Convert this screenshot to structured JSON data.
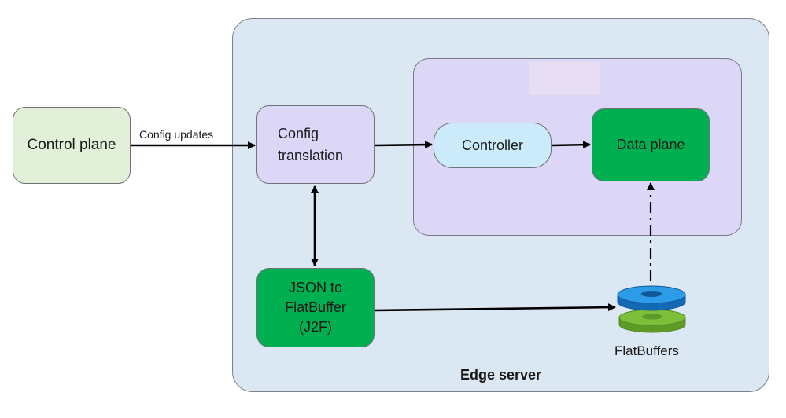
{
  "nodes": {
    "control_plane": "Control plane",
    "config_translation_line1": "Config",
    "config_translation_line2": "translation",
    "controller": "Controller",
    "data_plane": "Data plane",
    "j2f_line1": "JSON to",
    "j2f_line2": "FlatBuffer",
    "j2f_line3": "(J2F)"
  },
  "edges": {
    "config_updates": "Config updates"
  },
  "labels": {
    "flatbuffers": "FlatBuffers",
    "edge_server": "Edge server"
  },
  "colors": {
    "edge_server_fill": "#dbe7f3",
    "inner_region_fill": "#dcd6f7",
    "control_plane_fill": "#e2efd9",
    "config_translation_fill": "#dcd6f7",
    "controller_fill": "#ccebfa",
    "data_plane_fill": "#00b050",
    "j2f_fill": "#00b050",
    "flatbuffer_top_disk": "#1e90e0",
    "flatbuffer_bottom_disk": "#70b030"
  }
}
